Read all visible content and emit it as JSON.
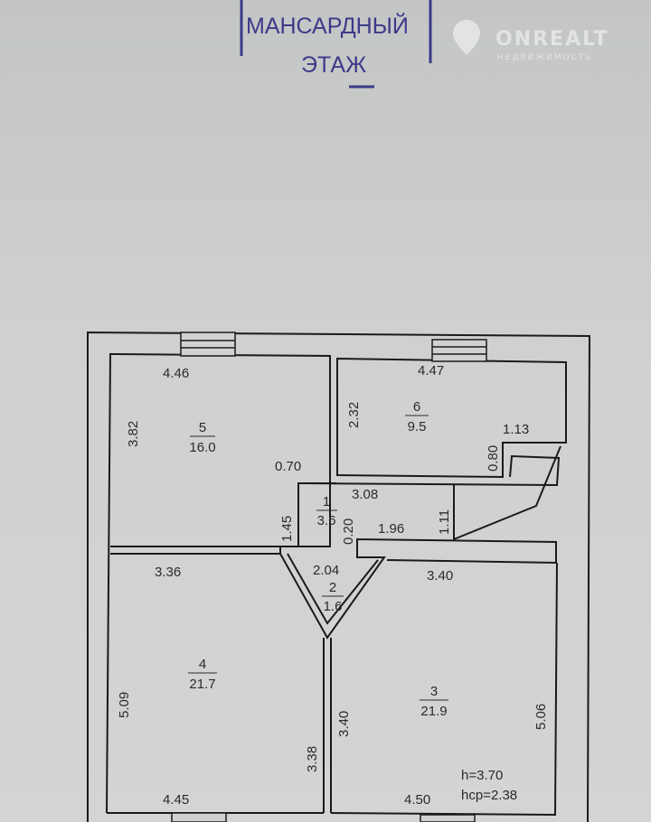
{
  "stamp": {
    "line1": "МАНСАРДНЫЙ",
    "line2": "ЭТАЖ"
  },
  "watermark": {
    "brand": "ONREALT",
    "tagline": "НЕДВИЖИМОСТЬ"
  },
  "rooms": [
    {
      "number": "5",
      "area": "16.0"
    },
    {
      "number": "6",
      "area": "9.5"
    },
    {
      "number": "1",
      "area": "3.6"
    },
    {
      "number": "2",
      "area": "1.6"
    },
    {
      "number": "4",
      "area": "21.7"
    },
    {
      "number": "3",
      "area": "21.9"
    }
  ],
  "dimensions": {
    "r5_width": "4.46",
    "r5_height": "3.82",
    "r6_width": "4.47",
    "r6_height": "2.32",
    "step_1_13": "1.13",
    "step_0_80": "0.80",
    "d_0_70": "0.70",
    "d_1_45": "1.45",
    "d_3_08": "3.08",
    "d_0_20": "0.20",
    "d_1_96": "1.96",
    "d_1_11": "1.11",
    "d_2_04": "2.04",
    "r4_width_top": "3.36",
    "r3_width_top": "3.40",
    "r4_height": "5.09",
    "r3_height": "5.06",
    "d_3_38": "3.38",
    "d_3_40": "3.40",
    "r4_width_bottom": "4.45",
    "r3_width_bottom": "4.50"
  },
  "heights": {
    "h": "h=3.70",
    "hcp": "hср=2.38"
  }
}
